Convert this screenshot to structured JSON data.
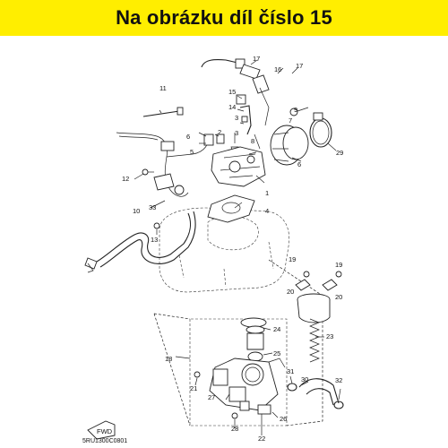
{
  "header": {
    "title": "Na obrázku díl číslo 15",
    "background": "#ffee00"
  },
  "diagram_code": "5RU1300C0801",
  "fwd_label": "FWD",
  "callouts": [
    "1",
    "2",
    "3",
    "4",
    "5",
    "6",
    "7",
    "8",
    "9",
    "10",
    "11",
    "12",
    "13",
    "14",
    "15",
    "16",
    "17",
    "18",
    "19",
    "20",
    "21",
    "22",
    "23",
    "24",
    "25",
    "26",
    "27",
    "28",
    "29",
    "30",
    "31",
    "32",
    "33"
  ]
}
